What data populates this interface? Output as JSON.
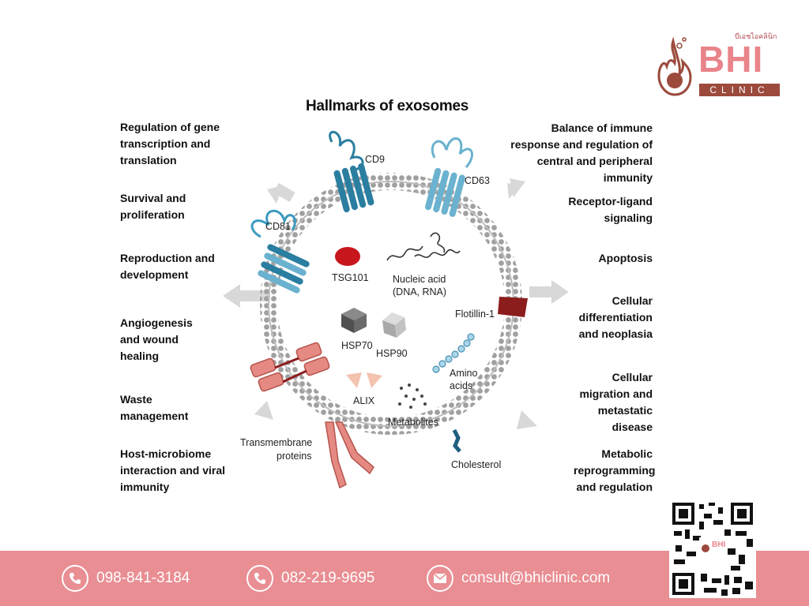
{
  "title": "Hallmarks of exosomes",
  "left_functions": [
    "Regulation of gene transcription and translation",
    "Survival and proliferation",
    "Reproduction and development",
    "Angiogenesis and wound healing",
    "Waste management",
    "Host-microbiome interaction and viral immunity"
  ],
  "right_functions": [
    "Balance of immune response and regulation of central and peripheral immunity",
    "Receptor-ligand signaling",
    "Apoptosis",
    "Cellular differentiation and neoplasia",
    "Cellular migration and metastatic disease",
    "Metabolic reprogramming and regulation"
  ],
  "components": {
    "cd9": "CD9",
    "cd63": "CD63",
    "cd81": "CD81",
    "tsg101": "TSG101",
    "nucleic_acid_1": "Nucleic acid",
    "nucleic_acid_2": "(DNA, RNA)",
    "hsp70": "HSP70",
    "hsp90": "HSP90",
    "flotillin": "Flotillin-1",
    "amino_1": "Amino",
    "amino_2": "acids",
    "alix": "ALIX",
    "metabolites": "Metabolites",
    "transmembrane_1": "Transmembrane",
    "transmembrane_2": "proteins",
    "cholesterol": "Cholesterol"
  },
  "logo": {
    "brand": "BHI",
    "clinic": "CLINIC",
    "thai": "บีเอชไอคลินิก"
  },
  "contacts": {
    "phone1": "098-841-3184",
    "phone2": "082-219-9695",
    "email": "consult@bhiclinic.com"
  },
  "qr_caption": "BHI",
  "colors": {
    "footer": "#e98e93",
    "membrane": "#9a9a9a",
    "protein_dark": "#2a7ea0",
    "protein_light": "#6ab2cf",
    "flotillin": "#8c1d1d",
    "transmembrane": "#d9706a"
  }
}
